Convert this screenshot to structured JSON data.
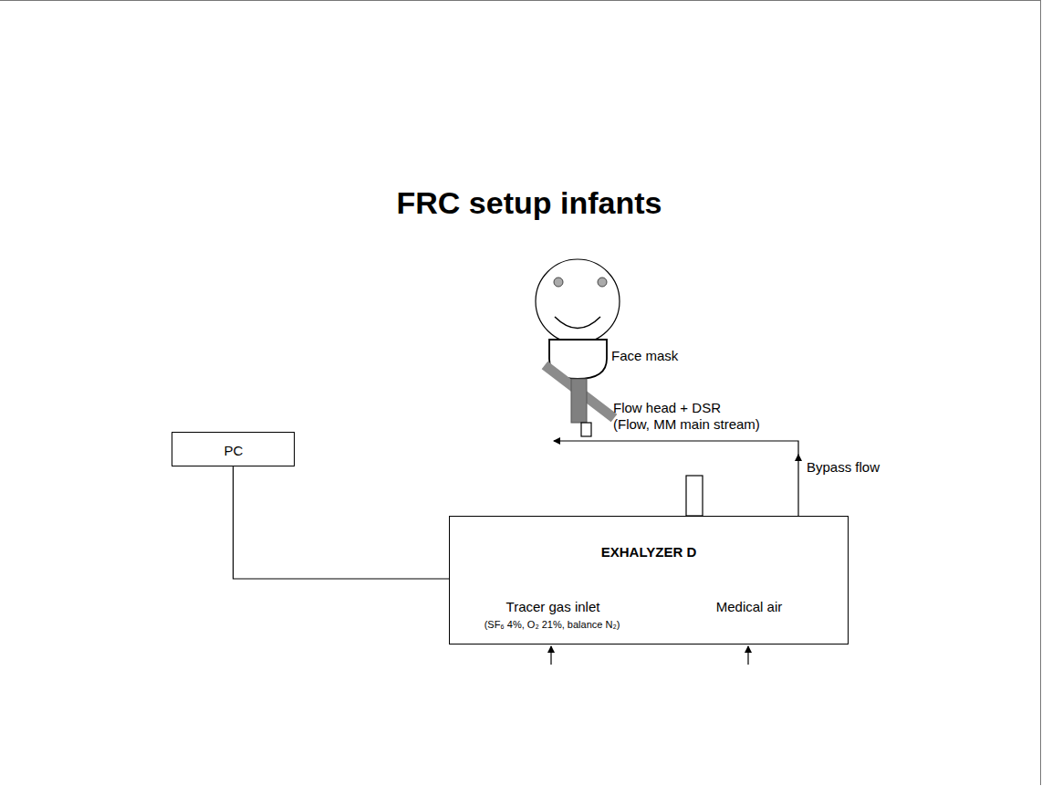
{
  "diagram": {
    "title": "FRC setup infants",
    "nodes": [
      {
        "text": [
          "PC"
        ]
      },
      {
        "text": [
          "EXHALYZER D",
          "Tracer gas inlet",
          "(SF₆ 4%, O₂ 21%, balance N₂)",
          "Medical air"
        ]
      }
    ],
    "edges": [
      {
        "from": 0,
        "to": 1,
        "arrow": "none"
      }
    ],
    "labels": [
      "Face mask",
      "Flow head + DSR",
      "(Flow, MM main stream)",
      "Bypass flow"
    ]
  }
}
